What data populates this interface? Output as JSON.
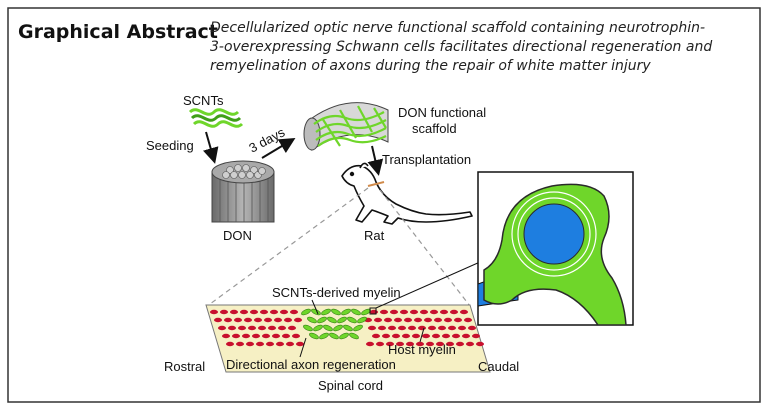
{
  "header": {
    "title": "Graphical Abstract",
    "subtitle_lines": [
      "Decellularized optic nerve functional scaffold containing neurotrophin-",
      "3-overexpressing Schwann cells facilitates directional regeneration and",
      "remyelination of axons during the repair of white matter injury"
    ]
  },
  "labels": {
    "scnts": "SCNTs",
    "seeding": "Seeding",
    "days": "3 days",
    "don_scaffold_line1": "DON functional",
    "don_scaffold_line2": "scaffold",
    "transplantation": "Transplantation",
    "don": "DON",
    "rat": "Rat",
    "scnts_myelin": "SCNTs-derived myelin",
    "host_myelin": "Host myelin",
    "rostral": "Rostral",
    "caudal": "Caudal",
    "directional_regen": "Directional axon regeneration",
    "spinal_cord": "Spinal cord"
  },
  "colors": {
    "green": "#6fd62a",
    "green_dark": "#2f7d12",
    "blue": "#1e7ee0",
    "red": "#c8102e",
    "cord": "#f6f0c4",
    "border": "#333333"
  }
}
